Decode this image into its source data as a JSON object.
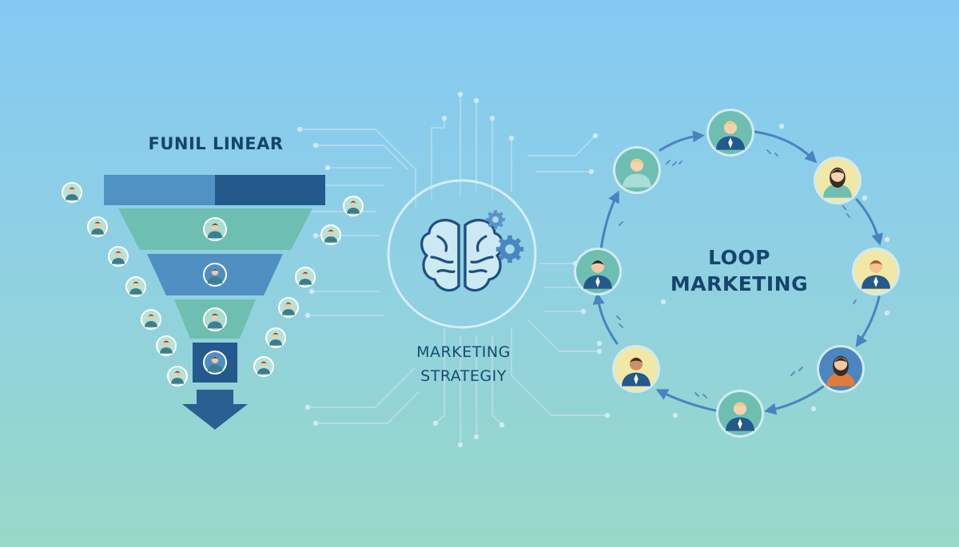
{
  "funnel": {
    "title": "FUNIL LINEAR",
    "stages": 5,
    "colors": {
      "bar_left": "#4f92c3",
      "bar_right": "#24598c",
      "teal": "#6ebfb1",
      "blue": "#4f8fc2",
      "dark": "#23598c",
      "arrow": "#2a5f91"
    }
  },
  "center": {
    "label_line1": "MARKETING",
    "label_line2": "STRATEGIY",
    "icons": [
      "brain-icon",
      "gear-icon",
      "gear-icon"
    ]
  },
  "loop": {
    "title_line1": "LOOP",
    "title_line2": "MARKETING",
    "nodes": 8,
    "direction": "clockwise"
  },
  "icons": {
    "person": "person-avatar-icon",
    "arrow": "down-arrow-icon"
  }
}
